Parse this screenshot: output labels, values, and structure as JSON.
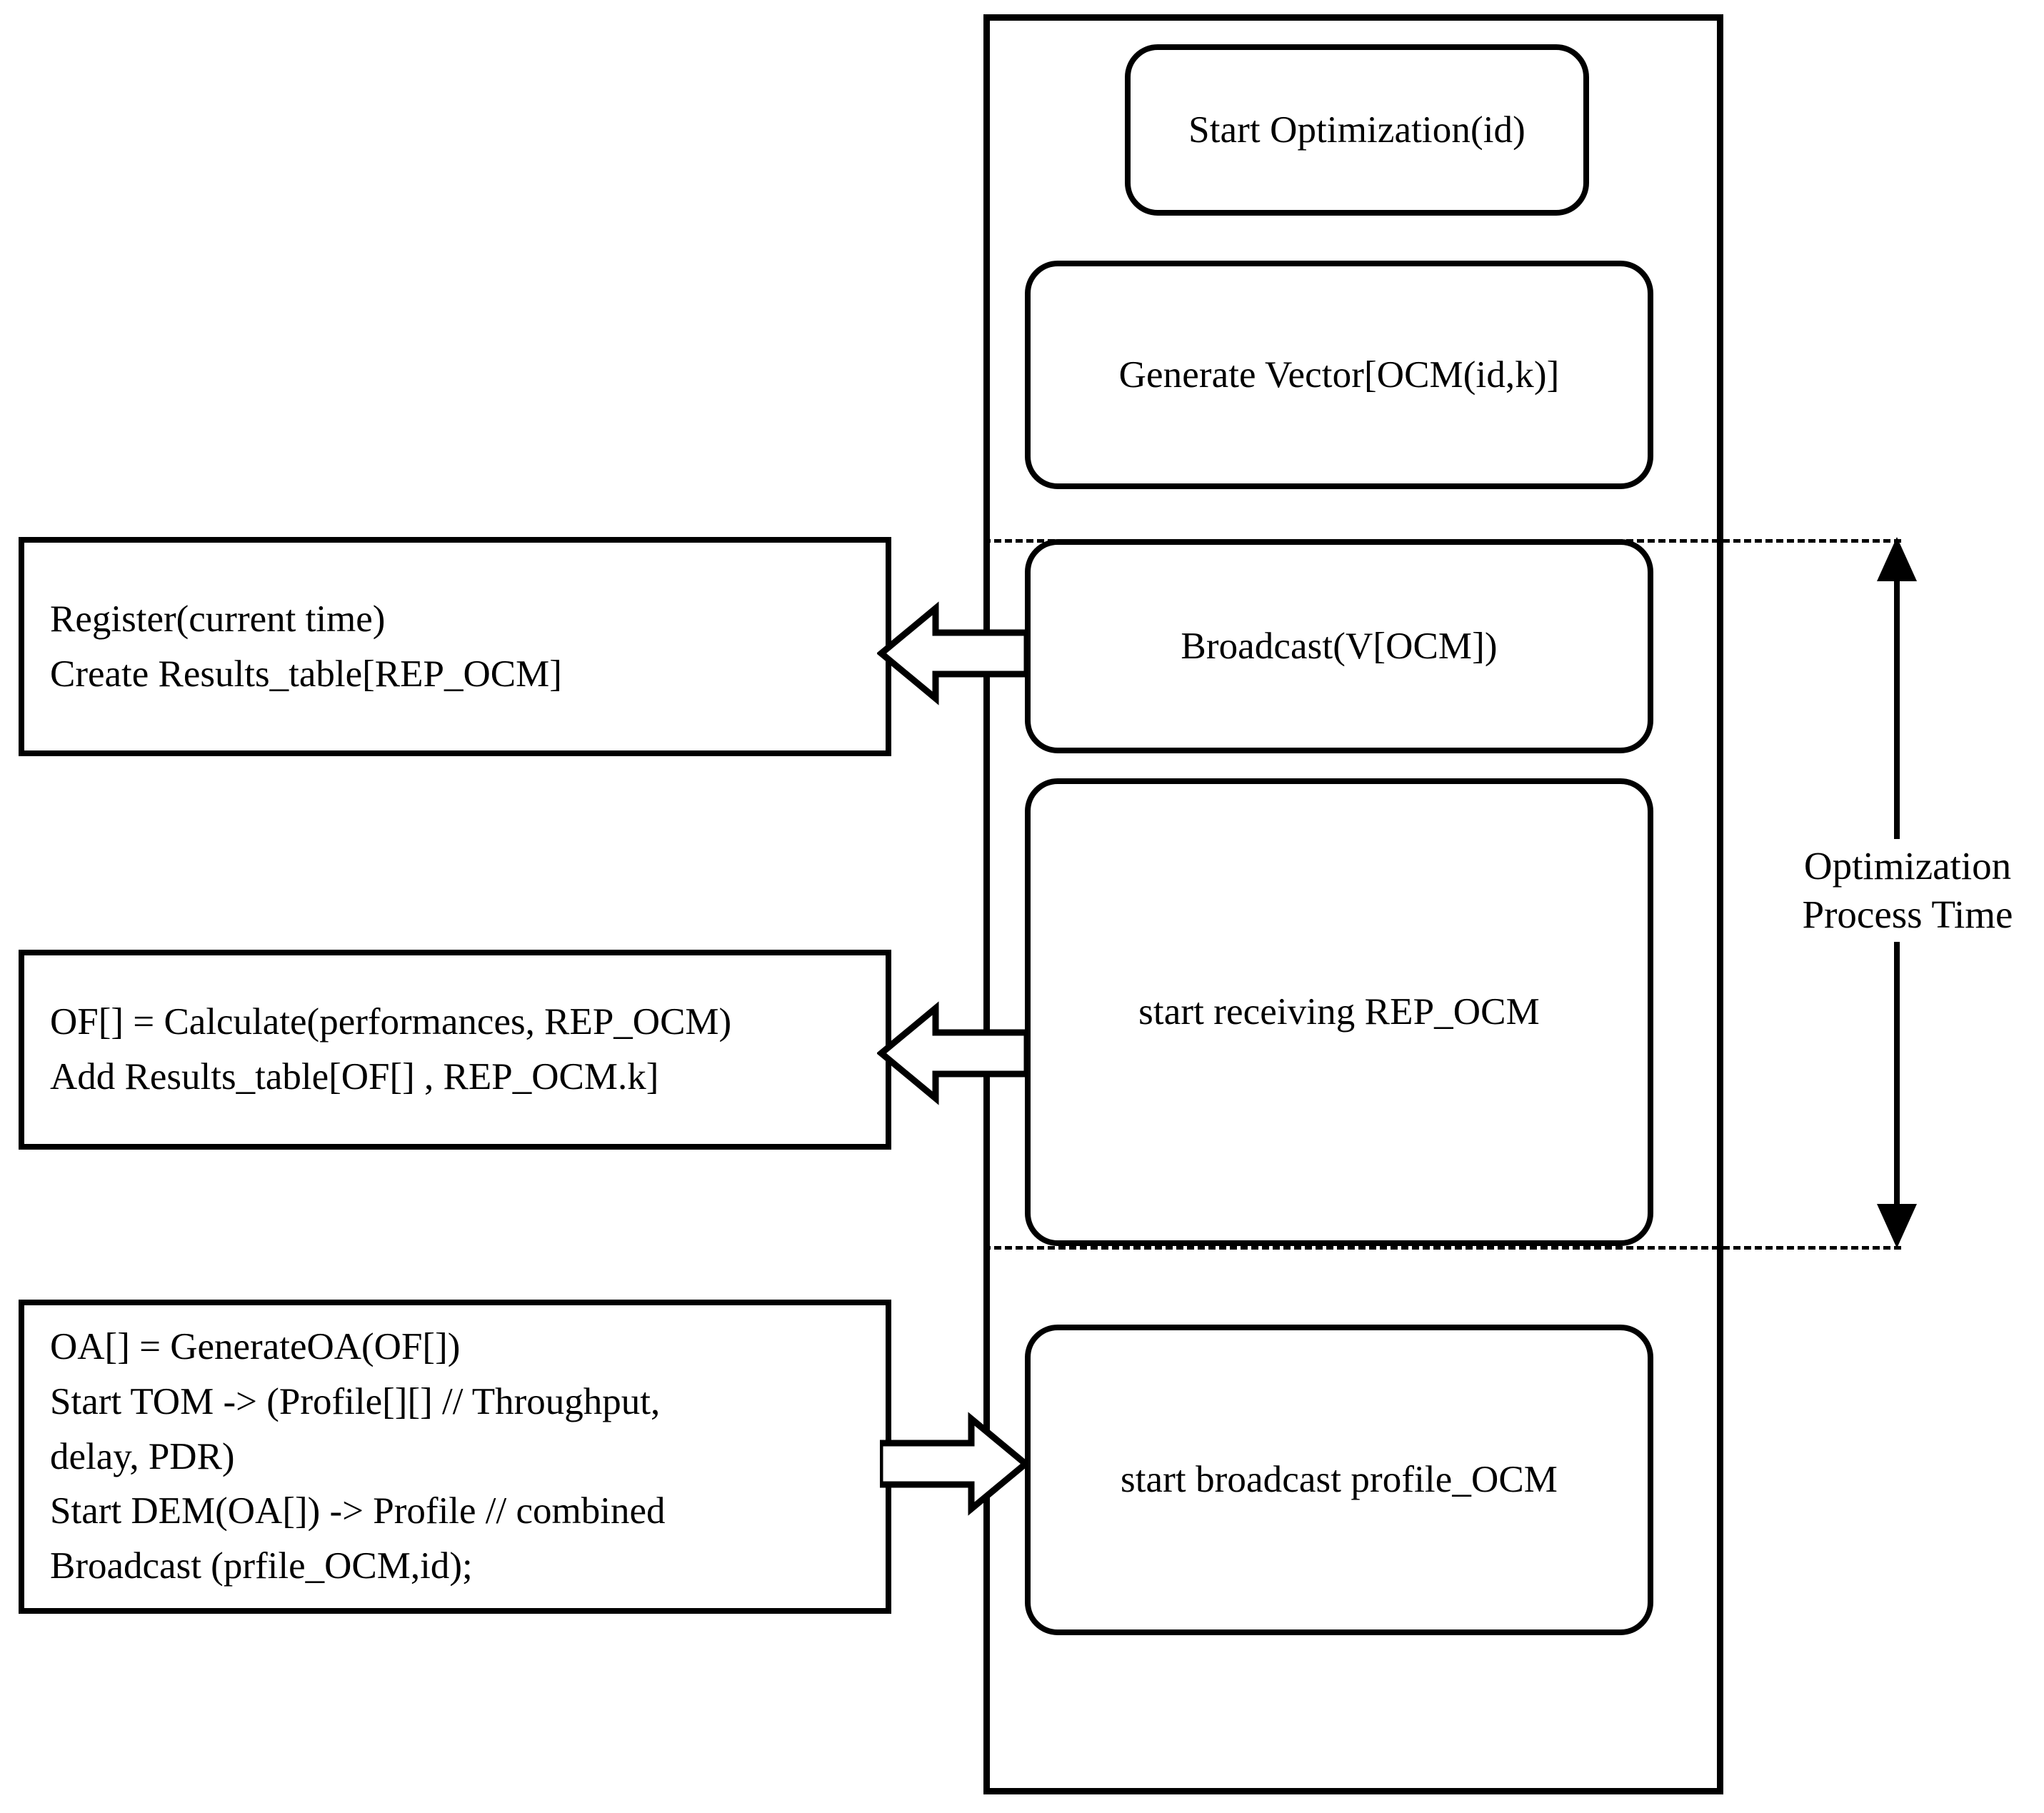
{
  "diagram": {
    "title_text": "",
    "colors": {
      "stroke": "#000000",
      "fill": "#ffffff"
    },
    "container": {
      "name": "optimization-node-container"
    },
    "process_nodes": [
      {
        "id": "start-optimization",
        "label": "Start Optimization(id)"
      },
      {
        "id": "generate-vector",
        "label": "Generate Vector[OCM(id,k)]"
      },
      {
        "id": "broadcast-vector",
        "label": "Broadcast(V[OCM])"
      },
      {
        "id": "start-receiving-rep-ocm",
        "label": "start receiving REP_OCM"
      },
      {
        "id": "start-broadcast-profile",
        "label": "start broadcast profile_OCM"
      }
    ],
    "action_boxes": [
      {
        "id": "register-create-results-table",
        "lines": [
          "Register(current time)",
          "Create Results_table[REP_OCM]"
        ],
        "text": "Register(current time)\nCreate Results_table[REP_OCM]"
      },
      {
        "id": "calculate-objective-functions",
        "lines": [
          "OF[] = Calculate(performances, REP_OCM)",
          "Add Results_table[OF[] , REP_OCM.k]"
        ],
        "text": "OF[] = Calculate(performances, REP_OCM)\nAdd Results_table[OF[] , REP_OCM.k]"
      },
      {
        "id": "generate-oa-and-profile",
        "lines": [
          "OA[] = GenerateOA(OF[])",
          "Start TOM -> (Profile[][] // Throughput,",
          "delay, PDR)",
          "Start DEM(OA[]) -> Profile // combined",
          "Broadcast (prfile_OCM,id);"
        ],
        "text": "OA[] = GenerateOA(OF[])\nStart TOM -> (Profile[][] // Throughput,\ndelay, PDR)\nStart DEM(OA[]) -> Profile // combined\nBroadcast (prfile_OCM,id);"
      }
    ],
    "connectors": [
      {
        "id": "broadcast-to-register",
        "direction": "left",
        "icon": "block-arrow-left-icon"
      },
      {
        "id": "receiving-to-calculate",
        "direction": "left",
        "icon": "block-arrow-left-icon"
      },
      {
        "id": "profile-to-broadcast",
        "direction": "right",
        "icon": "block-arrow-right-icon"
      }
    ],
    "time_span": {
      "id": "optimization-process-time",
      "label": "Optimization\nProcess Time",
      "label_line1": "Optimization",
      "label_line2": "Process Time",
      "arrow_style": "double-headed-vertical"
    }
  }
}
